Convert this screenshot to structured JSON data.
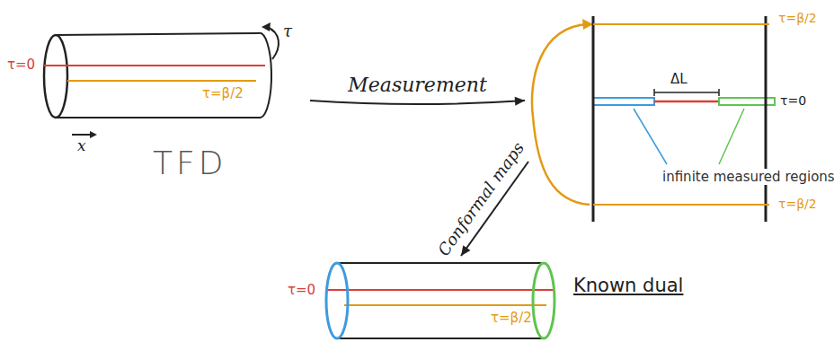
{
  "diagram": {
    "nodes": [
      {
        "text": [
          "τ=0",
          "τ=β/2"
        ]
      },
      {
        "text": [
          "ΔL"
        ]
      },
      {
        "text": [
          "τ=0",
          "τ=β/2"
        ]
      }
    ],
    "edges": [
      {
        "from": 0,
        "to": 1,
        "arrow": "to",
        "label": "Measurement"
      },
      {
        "from": 1,
        "to": 2,
        "arrow": "to",
        "label": "Conformal maps"
      }
    ],
    "labels": [
      "τ",
      "x",
      "TFD",
      "τ=β/2",
      "τ=0",
      "τ=β/2",
      "infinite measured regions",
      "Known dual"
    ]
  }
}
